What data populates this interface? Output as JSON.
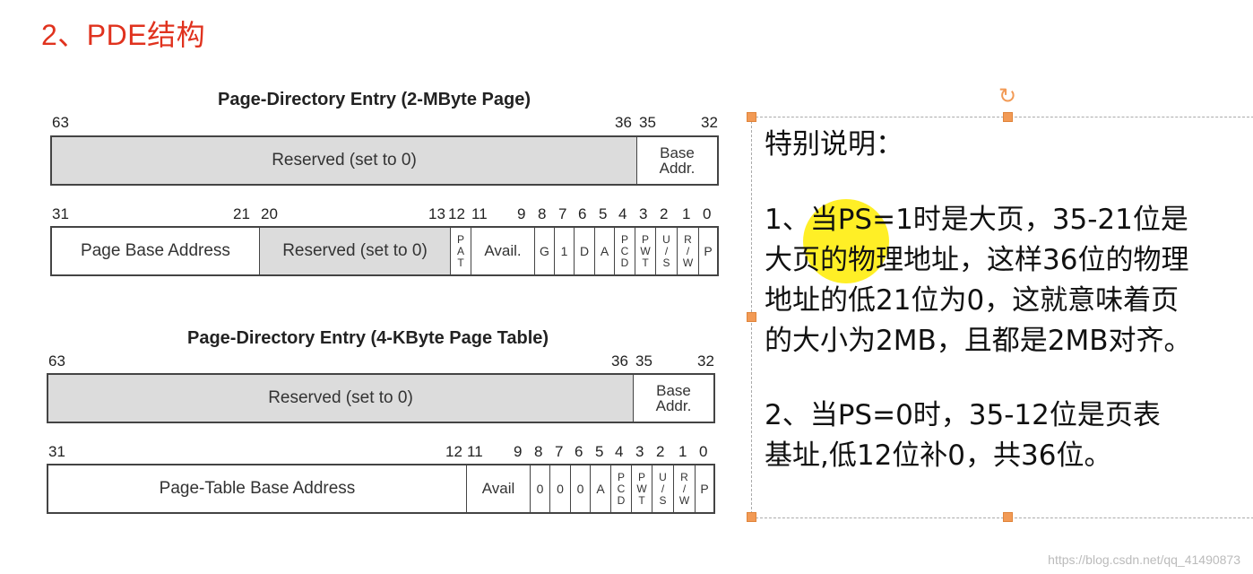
{
  "title": "2、PDE结构",
  "diagram1": {
    "title": "Page-Directory Entry (2-MByte Page)",
    "upper_bits": {
      "b63": "63",
      "b36": "36",
      "b35": "35",
      "b32": "32"
    },
    "upper_fields": {
      "reserved": "Reserved (set to 0)",
      "base_addr": "Base\nAddr."
    },
    "lower_bits": [
      "31",
      "21",
      "20",
      "13",
      "12",
      "11",
      "9",
      "8",
      "7",
      "6",
      "5",
      "4",
      "3",
      "2",
      "1",
      "0"
    ],
    "lower_fields": {
      "page_base": "Page Base Address",
      "reserved": "Reserved (set to 0)",
      "pat": "P\nA\nT",
      "avail": "Avail.",
      "g": "G",
      "one": "1",
      "d": "D",
      "a": "A",
      "pcd": "P\nC\nD",
      "pwt": "P\nW\nT",
      "us": "U\n/\nS",
      "rw": "R\n/\nW",
      "p": "P"
    }
  },
  "diagram2": {
    "title": "Page-Directory Entry (4-KByte Page Table)",
    "upper_bits": {
      "b63": "63",
      "b36": "36",
      "b35": "35",
      "b32": "32"
    },
    "upper_fields": {
      "reserved": "Reserved (set to 0)",
      "base_addr": "Base\nAddr."
    },
    "lower_bits": [
      "31",
      "12",
      "11",
      "9",
      "8",
      "7",
      "6",
      "5",
      "4",
      "3",
      "2",
      "1",
      "0"
    ],
    "lower_fields": {
      "pt_base": "Page-Table Base Address",
      "avail": "Avail",
      "z8": "0",
      "z7": "0",
      "z6": "0",
      "a": "A",
      "pcd": "P\nC\nD",
      "pwt": "P\nW\nT",
      "us": "U\n/\nS",
      "rw": "R\n/\nW",
      "p": "P"
    }
  },
  "note": {
    "heading": "特别说明：",
    "p1_l1": "1、当PS=1时是大页，35-21位是",
    "p1_l2": "大页的物理地址，这样36位的物理",
    "p1_l3": "地址的低21位为0，这就意味着页",
    "p1_l4": "的大小为2MB，且都是2MB对齐。",
    "p2_l1": "2、当PS=0时，35-12位是页表",
    "p2_l2": "基址,低12位补0，共36位。"
  },
  "watermark": "https://blog.csdn.net/qq_41490873",
  "colors": {
    "title": "#e0321e",
    "highlight": "#ffec00",
    "handle": "#f29a55",
    "reserved_fill": "#dcdcdc"
  }
}
